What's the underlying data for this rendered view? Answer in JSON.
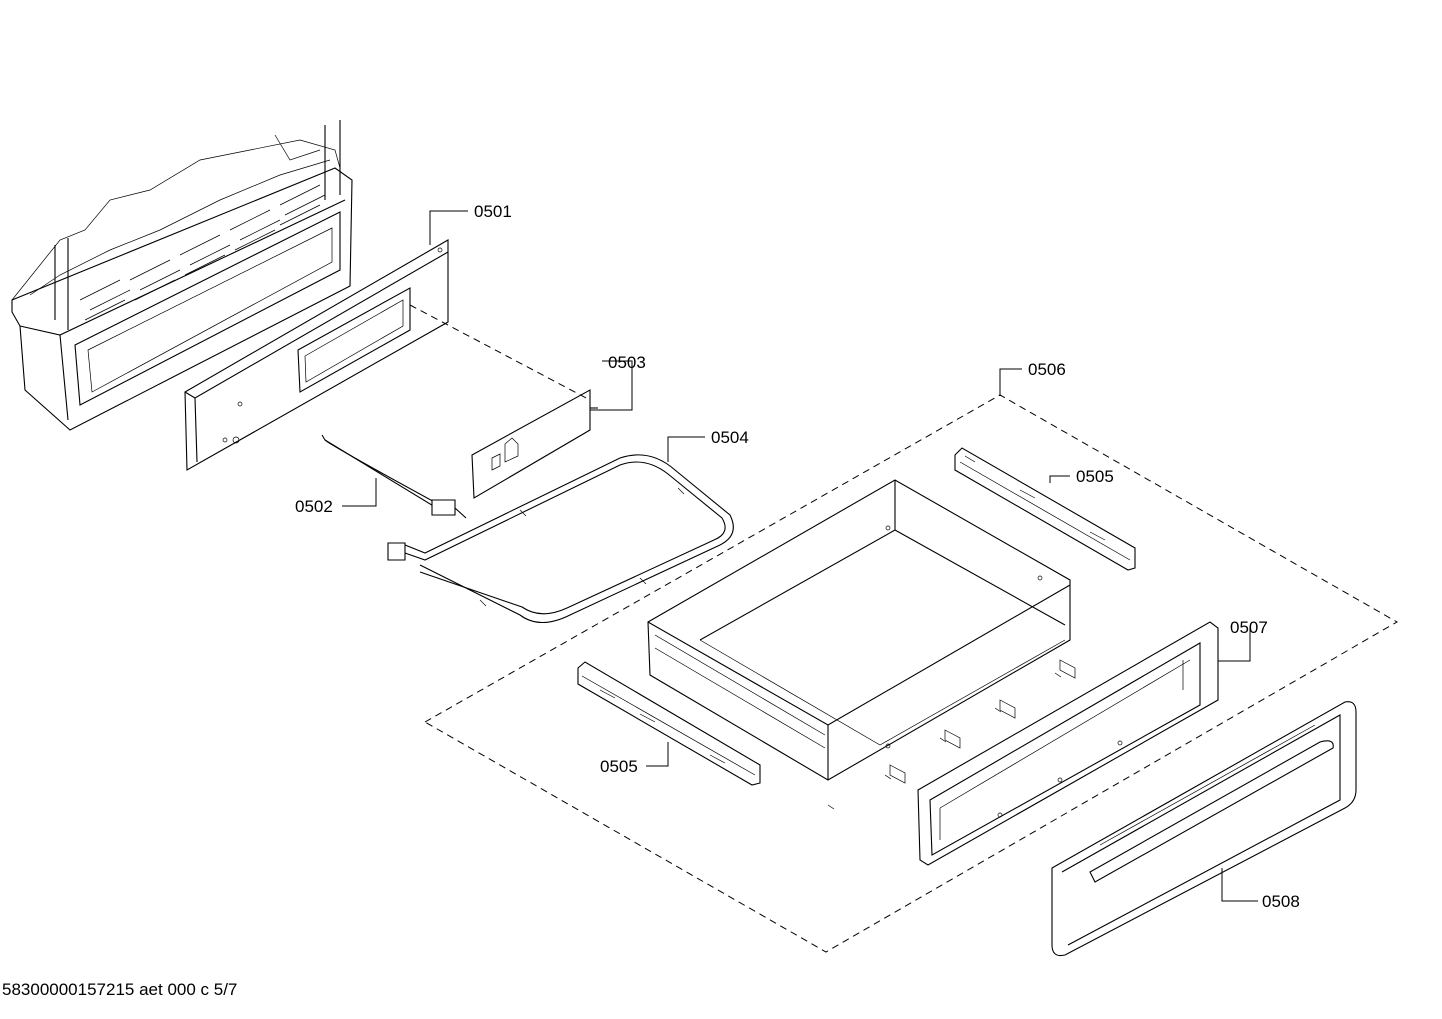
{
  "footer": {
    "doc_id": "58300000157215 aet 000 c 5/7"
  },
  "callouts": {
    "c0501": "0501",
    "c0502": "0502",
    "c0503": "0503",
    "c0504": "0504",
    "c0505_top": "0505",
    "c0505_bottom": "0505",
    "c0506": "0506",
    "c0507": "0507",
    "c0508": "0508"
  }
}
